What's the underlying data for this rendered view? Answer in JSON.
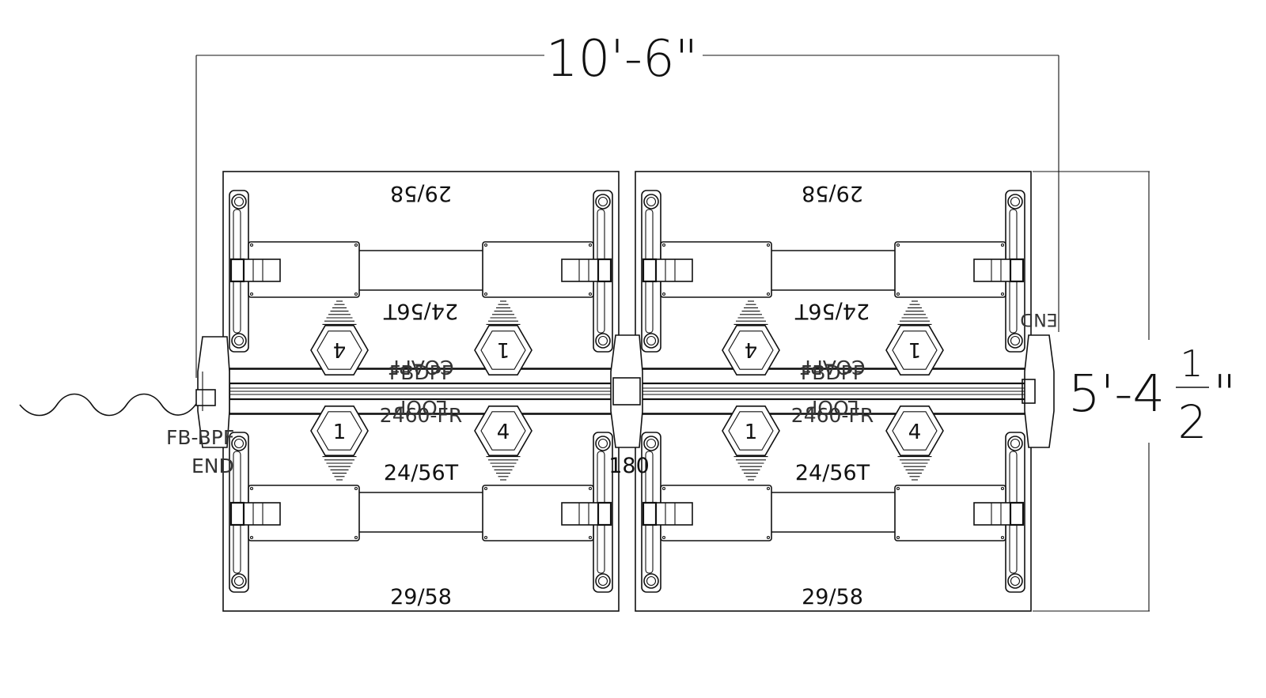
{
  "dimensions": {
    "width": "10'-6\"",
    "height_whole": "5'-4",
    "height_num": "1",
    "height_den": "2",
    "height_inch": "\""
  },
  "labels": {
    "top_outer": "29/58",
    "top_inner": "24/56T",
    "bottom_inner": "24/56T",
    "bottom_outer": "29/58",
    "spine_top": "COAPF",
    "spine_top2": "FBDPF",
    "spine_bottom": "2460-FR",
    "spine_bottom2": "LOOP",
    "left_end": "FB-BPF",
    "left_end2": "END",
    "right_end": "END",
    "center_joint": "180"
  },
  "hex_numbers": {
    "top_left": "4",
    "top_right": "1",
    "bottom_left": "1",
    "bottom_right": "4"
  }
}
